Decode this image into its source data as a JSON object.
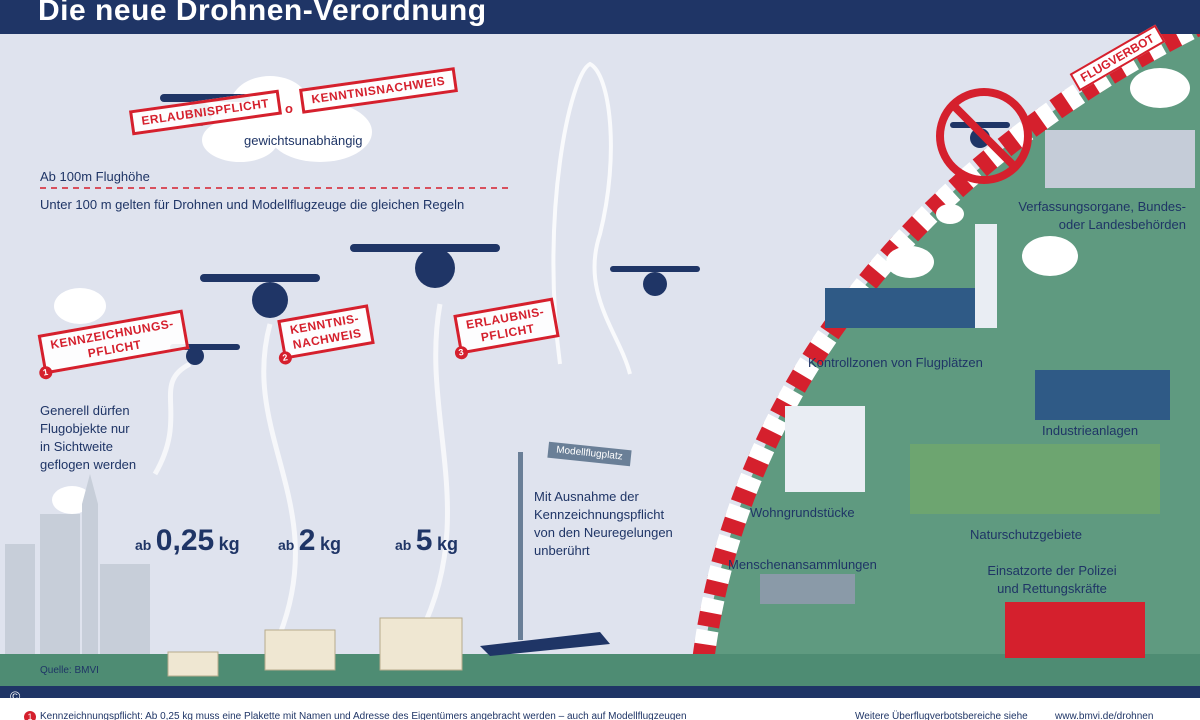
{
  "header": {
    "title": "Die neue Drohnen-Verordnung"
  },
  "top": {
    "stamp_erlaubnis": "ERLAUBNISPFLICHT",
    "connector": "o",
    "stamp_kenntnis": "KENNTNISNACHWEIS",
    "weight_note": "gewichtsunabhängig",
    "height_label": "Ab 100m Flughöhe",
    "below_rule": "Unter 100 m gelten für Drohnen und Modellflugzeuge die gleichen Regeln"
  },
  "stamps": {
    "kennzeichnung_line1": "KENNZEICHNUNGS-",
    "kennzeichnung_line2": "PFLICHT",
    "kennzeichnung_num": "1",
    "kenntnis_line1": "KENNTNIS-",
    "kenntnis_line2": "NACHWEIS",
    "kenntnis_num": "2",
    "erlaubnis_line1": "ERLAUBNIS-",
    "erlaubnis_line2": "PFLICHT",
    "erlaubnis_num": "3"
  },
  "sight": {
    "l1": "Generell dürfen",
    "l2": "Flugobjekte nur",
    "l3": "in Sichtweite",
    "l4": "geflogen werden"
  },
  "weights": [
    {
      "prefix": "ab",
      "value": "0,25",
      "unit": "kg"
    },
    {
      "prefix": "ab",
      "value": "2",
      "unit": "kg"
    },
    {
      "prefix": "ab",
      "value": "5",
      "unit": "kg"
    }
  ],
  "modelflight": {
    "sign": "Modellflugplatz",
    "l1": "Mit Ausnahme der",
    "l2": "Kennzeichnungspflicht",
    "l3": "von den Neuregelungen",
    "l4": "unberührt"
  },
  "zones": {
    "flugverbot": "FLUGVERBOT",
    "verfassung_l1": "Verfassungsorgane, Bundes-",
    "verfassung_l2": "oder Landesbehörden",
    "kontrollzonen": "Kontrollzonen von Flugplätzen",
    "industrie": "Industrieanlagen",
    "wohn": "Wohngrundstücke",
    "natur": "Naturschutzgebiete",
    "menschen": "Menschenansammlungen",
    "einsatz_l1": "Einsatzorte der Polizei",
    "einsatz_l2": "und Rettungskräfte"
  },
  "source": "Quelle: BMVI",
  "copyright": "©",
  "footer": {
    "footnote": "Kennzeichnungspflicht: Ab 0,25 kg muss eine Plakette mit Namen und Adresse des Eigentümers angebracht werden – auch auf Modellflugzeugen",
    "footnote_num": "1",
    "link_label": "Weitere Überflugverbotsbereiche siehe",
    "link_url": "www.bmvi.de/drohnen"
  },
  "colors": {
    "navy": "#1f3566",
    "red": "#d5202d",
    "sky": "#dfe3ee",
    "green": "#4a8a6f"
  }
}
